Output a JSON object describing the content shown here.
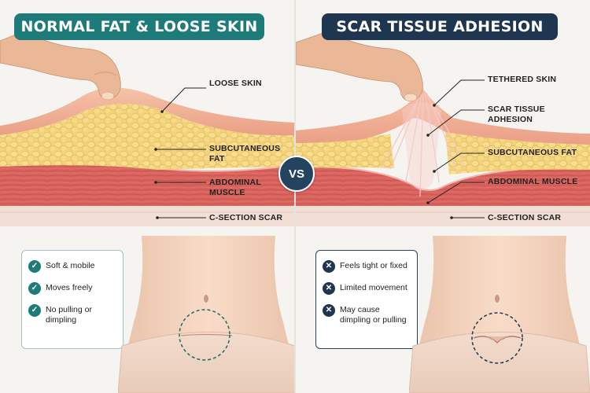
{
  "colors": {
    "left_accent": "#1d7c7a",
    "right_accent": "#1f3650",
    "vs_bg": "#23435f"
  },
  "left": {
    "title": "NORMAL FAT & LOOSE SKIN",
    "labels": {
      "loose_skin": "LOOSE SKIN",
      "subcutaneous_fat": "SUBCUTANEOUS FAT",
      "abdominal_muscle": "ABDOMINAL MUSCLE",
      "c_section_scar": "C-SECTION SCAR"
    },
    "features": [
      {
        "icon": "check-icon",
        "text": "Soft & mobile"
      },
      {
        "icon": "check-icon",
        "text": "Moves freely"
      },
      {
        "icon": "check-icon",
        "text": "No pulling or dimpling"
      }
    ]
  },
  "vs": "VS",
  "right": {
    "title": "SCAR TISSUE ADHESION",
    "labels": {
      "tethered_skin": "TETHERED SKIN",
      "scar_tissue_adhesion": "SCAR TISSUE ADHESION",
      "subcutaneous_fat": "SUBCUTANEOUS FAT",
      "abdominal_muscle": "ABDOMINAL MUSCLE",
      "c_section_scar": "C-SECTION SCAR"
    },
    "features": [
      {
        "icon": "x-icon",
        "text": "Feels tight or fixed"
      },
      {
        "icon": "x-icon",
        "text": "Limited movement"
      },
      {
        "icon": "x-icon",
        "text": "May cause dimpling or pulling"
      }
    ]
  }
}
